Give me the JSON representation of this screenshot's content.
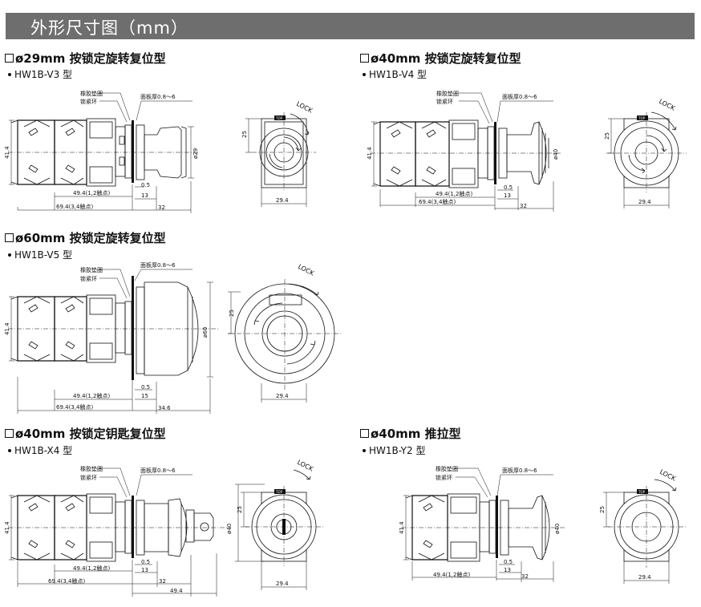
{
  "header": {
    "title": "外形尺寸图（mm）"
  },
  "labels": {
    "rubber_gasket": "橡胶垫圈",
    "lock_ring": "锁紧环",
    "panel_thickness": "面板厚0.8～6",
    "lock": "LOCK",
    "top": "TOP"
  },
  "sections": [
    {
      "title": "ø29mm 按锁定旋转复位型",
      "model": "HW1B-V3 型",
      "dims": {
        "height": "41.4",
        "dia": "ø29",
        "d1": "49.4(1,2触点)",
        "d2": "69.4(3,4触点)",
        "d3": "0.5",
        "d4": "13",
        "d5": "32",
        "front_h": "25",
        "front_w": "29.4"
      }
    },
    {
      "title": "ø40mm 按锁定旋转复位型",
      "model": "HW1B-V4 型",
      "dims": {
        "height": "41.4",
        "dia": "ø40",
        "d1": "49.4(1,2触点)",
        "d2": "69.4(3,4触点)",
        "d3": "0.5",
        "d4": "13",
        "d5": "32",
        "front_h": "25",
        "front_w": "29.4"
      }
    },
    {
      "title": "ø60mm 按锁定旋转复位型",
      "model": "HW1B-V5 型",
      "dims": {
        "height": "41.4",
        "dia": "ø60",
        "d1": "49.4(1,2触点)",
        "d2": "69.4(3,4触点)",
        "d3": "0.5",
        "d4": "15",
        "d5": "34.6",
        "front_h": "25",
        "front_w": "29.4"
      }
    },
    {
      "title": "ø40mm 按锁定钥匙复位型",
      "model": "HW1B-X4 型",
      "dims": {
        "height": "41.4",
        "dia": "ø40",
        "d1": "49.4(1,2触点)",
        "d2": "69.4(3,4触点)",
        "d3": "0.5",
        "d4": "13",
        "d5": "32",
        "d6": "49.4",
        "front_h": "25",
        "front_w": "29.4"
      }
    },
    {
      "title": "ø40mm 推拉型",
      "model": "HW1B-Y2 型",
      "dims": {
        "height": "41.4",
        "dia": "ø40",
        "d1": "49.4(1,2触点)",
        "d3": "0.5",
        "d4": "13",
        "d5": "32",
        "front_h": "25",
        "front_w": "29.4"
      }
    }
  ]
}
